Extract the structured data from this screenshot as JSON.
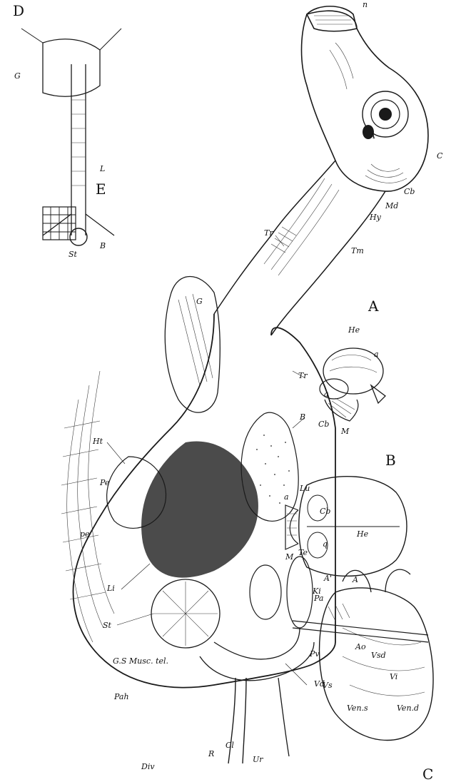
{
  "figure_letters": {
    "A": "A",
    "B": "B",
    "C": "C",
    "D": "D",
    "E": "E"
  },
  "main_labels": {
    "l_n": "n",
    "l_A": "A",
    "l_C": "C",
    "l_Cb": "Cb",
    "l_Md": "Md",
    "l_Hy": "Hy",
    "l_Tm": "Tm",
    "l_Tr1": "Tr",
    "l_Tr2": "Tr",
    "l_G": "G",
    "l_B": "B",
    "l_Lu": "Lu",
    "l_Ht": "Ht",
    "l_Pe": "Pe",
    "l_pe": "pe",
    "l_Te": "Te",
    "l_Ki": "Ki",
    "l_Li": "Li",
    "l_St": "St",
    "l_GSMusc": "G.S Musc. tel.",
    "l_Pah": "Pah",
    "l_Vd": "Vd",
    "l_Cl": "Cl",
    "l_Ur": "Ur",
    "l_R": "R",
    "l_Div": "Div"
  },
  "fig_A_labels": {
    "He": "He",
    "a1": "a",
    "a2": "a",
    "Cb": "Cb",
    "M": "M"
  },
  "fig_B_labels": {
    "He": "He",
    "q": "q",
    "Cb": "Cb",
    "M": "M",
    "a": "a"
  },
  "fig_C_labels": {
    "A": "A",
    "A2": "A'",
    "Pa": "Pa",
    "Ao": "Ao",
    "Vsd": "Vsd",
    "Pv": "Pv",
    "Vi": "Vi",
    "Vs": "Vs",
    "Vend": "Ven.d",
    "Vens": "Ven.s"
  },
  "fig_D_labels": {
    "G": "G",
    "St": "St",
    "B": "B",
    "L": "L"
  }
}
